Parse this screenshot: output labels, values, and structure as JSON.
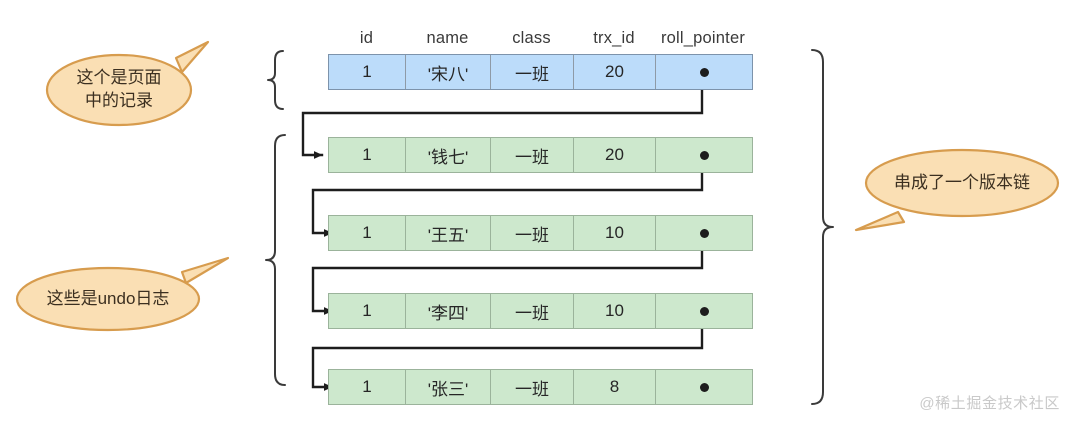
{
  "diagram": {
    "title": "InnoDB undo version chain",
    "columns": [
      "id",
      "name",
      "class",
      "trx_id",
      "roll_pointer"
    ],
    "page_record": {
      "group_label": "page-record-group",
      "row": {
        "id": "1",
        "name": "'宋八'",
        "class": "一班",
        "trx_id": "20",
        "roll_pointer": "pointer-dot"
      }
    },
    "undo_records": {
      "group_label": "undo-log-group",
      "rows": [
        {
          "id": "1",
          "name": "'钱七'",
          "class": "一班",
          "trx_id": "20",
          "roll_pointer": "pointer-dot"
        },
        {
          "id": "1",
          "name": "'王五'",
          "class": "一班",
          "trx_id": "10",
          "roll_pointer": "pointer-dot"
        },
        {
          "id": "1",
          "name": "'李四'",
          "class": "一班",
          "trx_id": "10",
          "roll_pointer": "pointer-dot"
        },
        {
          "id": "1",
          "name": "'张三'",
          "class": "一班",
          "trx_id": "8",
          "roll_pointer": "pointer-dot"
        }
      ]
    },
    "callouts": {
      "page_record": {
        "line1": "这个是页面",
        "line2": "中的记录"
      },
      "undo_log": {
        "line1": "这些是undo日志"
      },
      "version_chain": {
        "line1": "串成了一个版本链"
      }
    },
    "watermark": "@稀土掘金技术社区",
    "colors": {
      "page_row_fill": "#bcdcfa",
      "page_row_border": "#7d93ab",
      "undo_row_fill": "#cde8cd",
      "undo_row_border": "#9bb39b",
      "callout_fill": "#fadfb4",
      "callout_border": "#d79c4e",
      "connector": "#1d1d1d",
      "brace": "#3a3a3a",
      "watermark": "#c9c9c9"
    }
  }
}
